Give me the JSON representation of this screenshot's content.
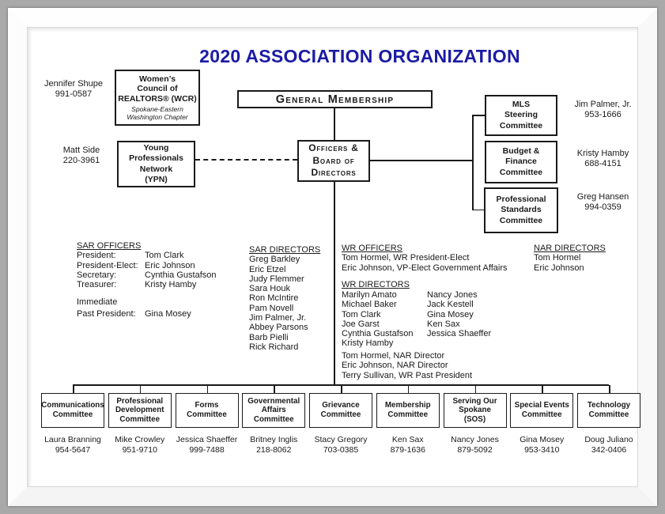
{
  "title": "2020 ASSOCIATION ORGANIZATION",
  "title_color": "#1b1ba5",
  "general_membership": {
    "label": "General Membership"
  },
  "officers_board": {
    "label": "Officers &\nBoard of\nDirectors"
  },
  "wcr": {
    "contact": "Jennifer Shupe\n991-0587",
    "title": "Women’s\nCouncil of\nREALTORS® (WCR)",
    "subtitle": "Spokane-Eastern\nWashington Chapter"
  },
  "ypn": {
    "contact": "Matt Side\n220-3961",
    "title": "Young\nProfessionals\nNetwork\n(YPN)"
  },
  "right_committees": [
    {
      "title": "MLS\nSteering\nCommittee",
      "contact": "Jim Palmer, Jr.\n953-1666"
    },
    {
      "title": "Budget &\nFinance\nCommittee",
      "contact": "Kristy Hamby\n688-4151"
    },
    {
      "title": "Professional\nStandards\nCommittee",
      "contact": "Greg Hansen\n994-0359"
    }
  ],
  "sar_officers": {
    "heading": "SAR OFFICERS",
    "rows": [
      {
        "label": "President:",
        "name": "Tom Clark"
      },
      {
        "label": "President-Elect:",
        "name": "Eric Johnson"
      },
      {
        "label": "Secretary:",
        "name": "Cynthia Gustafson"
      },
      {
        "label": "Treasurer:",
        "name": "Kristy Hamby"
      },
      {
        "label": "Immediate",
        "name": ""
      },
      {
        "label": "Past President:",
        "name": "Gina Mosey"
      }
    ]
  },
  "sar_directors": {
    "heading": "SAR DIRECTORS",
    "names": [
      "Greg Barkley",
      "Eric Etzel",
      "Judy Flemmer",
      "Sara Houk",
      "Ron McIntire",
      "Pam Novell",
      "Jim Palmer, Jr.",
      "Abbey Parsons",
      "Barb Pielli",
      "Rick Richard"
    ]
  },
  "wr_officers": {
    "heading": "WR OFFICERS",
    "lines": [
      "Tom Hormel, WR President-Elect",
      "Eric Johnson, VP-Elect Government Affairs"
    ]
  },
  "wr_directors": {
    "heading": "WR DIRECTORS",
    "col1": [
      "Marilyn Amato",
      "Michael Baker",
      "Tom Clark",
      "Joe Garst",
      "Cynthia Gustafson",
      "Kristy Hamby"
    ],
    "col2": [
      "Nancy Jones",
      "Jack Kestell",
      "Gina Mosey",
      "Ken Sax",
      "Jessica Shaeffer"
    ],
    "notes": [
      "Tom Hormel, NAR Director",
      "Eric Johnson, NAR Director",
      "Terry Sullivan, WR Past President"
    ]
  },
  "nar_directors": {
    "heading": "NAR DIRECTORS",
    "names": [
      "Tom Hormel",
      "Eric Johnson"
    ]
  },
  "committees": [
    {
      "title": "Communications\nCommittee",
      "contact": "Laura Branning\n954-5647"
    },
    {
      "title": "Professional\nDevelopment\nCommittee",
      "contact": "Mike Crowley\n951-9710"
    },
    {
      "title": "Forms\nCommittee",
      "contact": "Jessica Shaeffer\n999-7488"
    },
    {
      "title": "Governmental\nAffairs\nCommittee",
      "contact": "Britney Inglis\n218-8062"
    },
    {
      "title": "Grievance\nCommittee",
      "contact": "Stacy Gregory\n703-0385"
    },
    {
      "title": "Membership\nCommittee",
      "contact": "Ken Sax\n879-1636"
    },
    {
      "title": "Serving Our\nSpokane\n(SOS)",
      "contact": "Nancy Jones\n879-5092"
    },
    {
      "title": "Special Events\nCommittee",
      "contact": "Gina Mosey\n953-3410"
    },
    {
      "title": "Technology\nCommittee",
      "contact": "Doug Juliano\n342-0406"
    }
  ]
}
